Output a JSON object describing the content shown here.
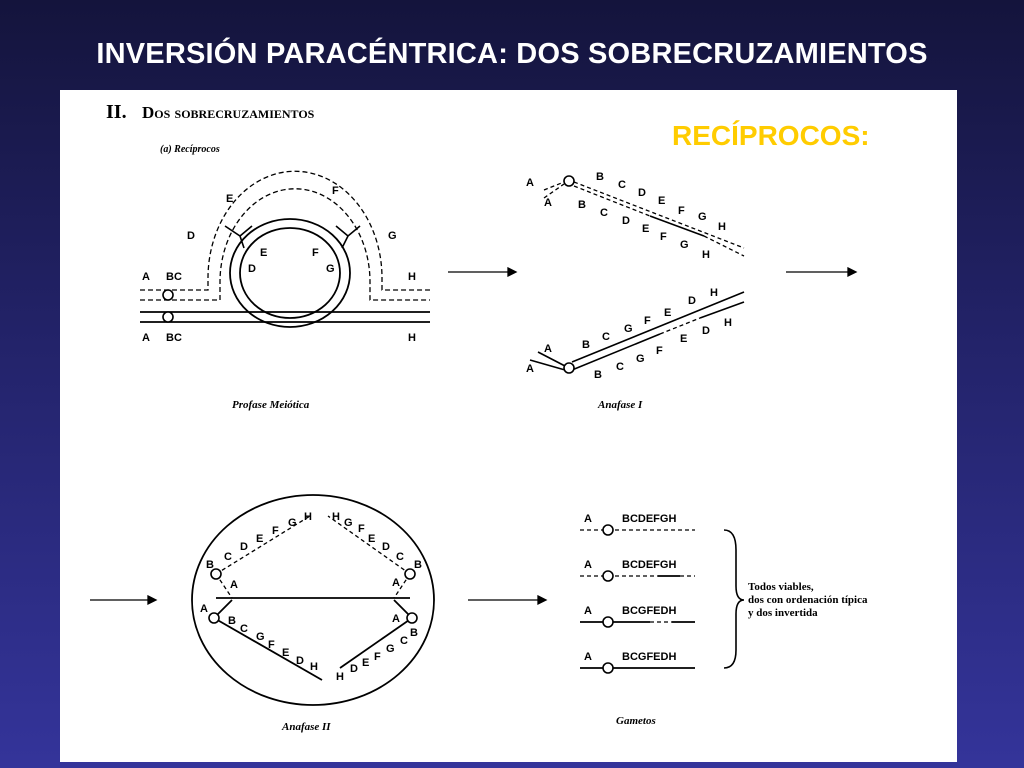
{
  "slide": {
    "title": "INVERSIÓN PARACÉNTRICA: DOS SOBRECRUZAMIENTOS",
    "highlight": "RECÍPROCOS:"
  },
  "figure": {
    "heading_roman": "II.",
    "heading_text": "Dos sobrecruzamientos",
    "subheading": "(a) Recíprocos",
    "captions": {
      "prophase": "Profase Meiótica",
      "anaphase1": "Anafase I",
      "anaphase2": "Anafase II",
      "gametes": "Gametos"
    },
    "gametes": [
      {
        "left": "A",
        "right": "BCDEFGH"
      },
      {
        "left": "A",
        "right": "BCDEFGH"
      },
      {
        "left": "A",
        "right": "BCGFEDH"
      },
      {
        "left": "A",
        "right": "BCGFEDH"
      }
    ],
    "gamete_note": [
      "Todos viables,",
      "dos con ordenación típica",
      "y dos invertida"
    ]
  },
  "colors": {
    "title_text": "#ffffff",
    "highlight_text": "#ffcc00",
    "background_top": "#14143c",
    "background_bottom": "#34349a",
    "panel": "#ffffff",
    "ink": "#000000"
  }
}
